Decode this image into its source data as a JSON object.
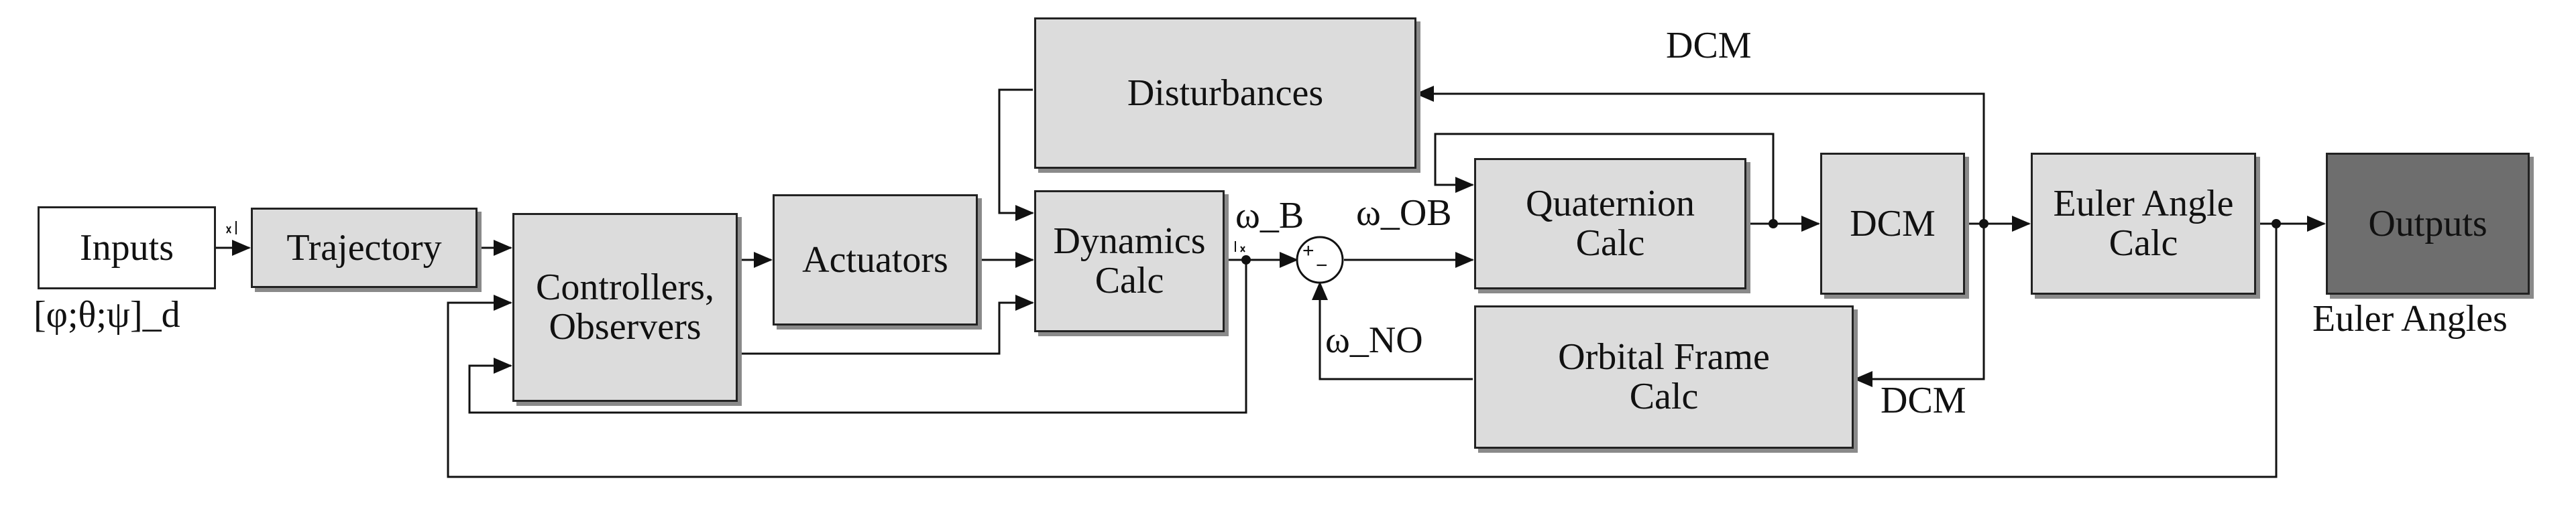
{
  "blocks": {
    "inputs": "Inputs",
    "trajectory": "Trajectory",
    "controllers": "Controllers,\nObservers",
    "actuators": "Actuators",
    "disturbances": "Disturbances",
    "dynamics": "Dynamics\nCalc",
    "quaternion": "Quaternion\nCalc",
    "dcm": "DCM",
    "euler": "Euler Angle\nCalc",
    "outputs": "Outputs",
    "orbital": "Orbital Frame\nCalc"
  },
  "labels": {
    "desired_angles": "[φ;θ;ψ]_d",
    "omega_b": "ω_B",
    "omega_ob": "ω_OB",
    "omega_no": "ω_NO",
    "dcm_top": "DCM",
    "dcm_bottom": "DCM",
    "euler_angles": "Euler Angles"
  },
  "sum_signs": {
    "plus": "+",
    "minus": "−"
  }
}
